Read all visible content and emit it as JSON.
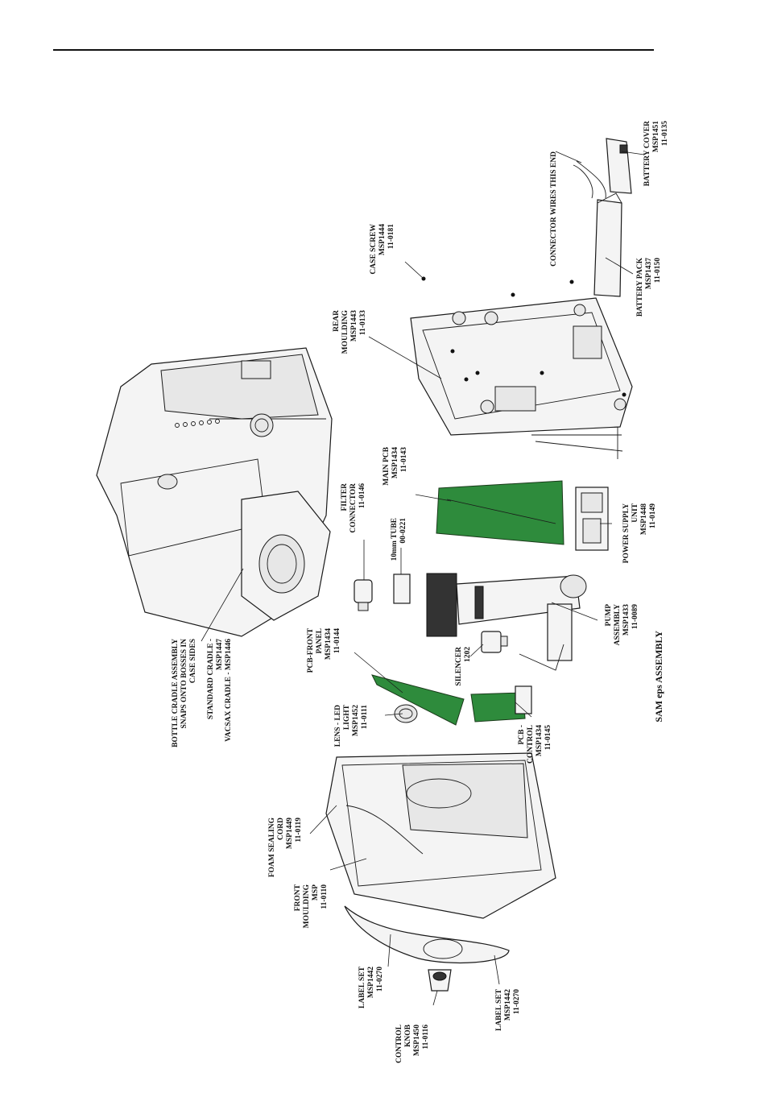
{
  "colors": {
    "pcb": "#2e8b3c",
    "pcb_dark": "#1f6b2c",
    "ink": "#111111"
  },
  "labels": {
    "connector_wires": [
      "CONNECTOR WIRES THIS END"
    ],
    "battery_cover": [
      "BATTERY COVER",
      "MSP1451",
      "11-0135"
    ],
    "battery_pack": [
      "BATTERY PACK",
      "MSP1437",
      "11-0150"
    ],
    "case_screw": [
      "CASE SCREW",
      "MSP1444",
      "11-0181"
    ],
    "rear_moulding": [
      "REAR",
      "MOULDING",
      "MSP1443",
      "11-0133"
    ],
    "main_pcb": [
      "MAIN PCB",
      "MSP1434",
      "11-0143"
    ],
    "filter_connector": [
      "FILTER",
      "CONNECTOR",
      "11-0146"
    ],
    "tube": [
      "10mm TUBE",
      "00-0221"
    ],
    "power_supply": [
      "POWER SUPPLY",
      "UNIT",
      "MSP1448",
      "11-0149"
    ],
    "pump": [
      "PUMP",
      "ASSEMBLY",
      "MSP1433",
      "11-0089"
    ],
    "bottle_cradle": [
      "BOTTLE CRADLE ASSEMBLY",
      "SNAPS ONTO BOSSES IN",
      "CASE SIDES",
      "",
      "STANDARD CRADLE -",
      "MSP1447",
      "VACSAX CRADLE - MSP1446"
    ],
    "pcb_front_panel": [
      "PCB-FRONT",
      "PANEL",
      "MSP1434",
      "11-0144"
    ],
    "silencer": [
      "SILENCER",
      "1202"
    ],
    "lens_led": [
      "LENS - LED",
      "LIGHT",
      "MSP1452",
      "11-0111"
    ],
    "pcb_control": [
      "PCB -",
      "CONTROL",
      "MSP1434",
      "11-0145"
    ],
    "foam_sealing": [
      "FOAM SEALING",
      "CORD",
      "MSP1449",
      "11-0119"
    ],
    "front_moulding": [
      "FRONT",
      "MOULDING",
      "MSP",
      "11-0110"
    ],
    "label_set_upper": [
      "LABEL SET",
      "MSP1442",
      "11-0270"
    ],
    "control_knob": [
      "CONTROL",
      "KNOB",
      "MSP1450",
      "11-0116"
    ],
    "label_set_lower": [
      "LABEL SET",
      "MSP1442",
      "11-0270"
    ]
  },
  "caption": "SAM eps ASSEMBLY"
}
